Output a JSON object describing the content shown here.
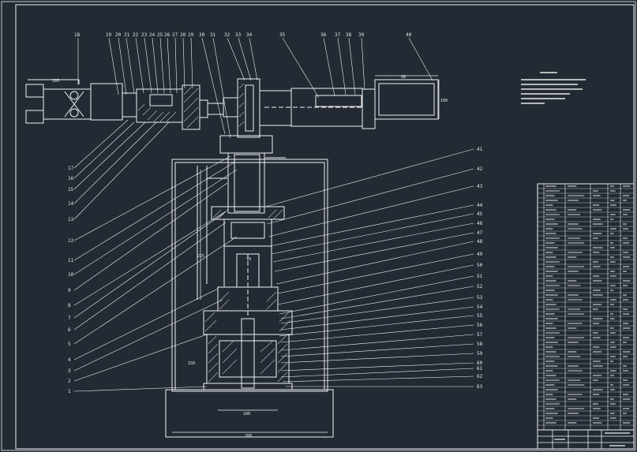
{
  "colors": {
    "background": "#222a33",
    "line": "#f2f2f2",
    "hatch": "#bfbfbf"
  },
  "balloons_top": [
    "18",
    "19",
    "20",
    "21",
    "22",
    "23",
    "24",
    "25",
    "26",
    "27",
    "28",
    "29",
    "30",
    "31",
    "32",
    "33",
    "34",
    "35",
    "36",
    "37",
    "38",
    "39",
    "40"
  ],
  "balloons_left": [
    "17",
    "16",
    "15",
    "14",
    "13",
    "12",
    "11",
    "10",
    "9",
    "8",
    "7",
    "6",
    "5",
    "4",
    "3",
    "2",
    "1"
  ],
  "balloons_right": [
    "41",
    "42",
    "43",
    "44",
    "45",
    "46",
    "47",
    "48",
    "49",
    "50",
    "51",
    "52",
    "53",
    "54",
    "55",
    "56",
    "57",
    "58",
    "59",
    "60",
    "61",
    "62",
    "63"
  ],
  "dimensions": [
    "105",
    "98",
    "100",
    "150",
    "225",
    "10",
    "180",
    "280"
  ]
}
